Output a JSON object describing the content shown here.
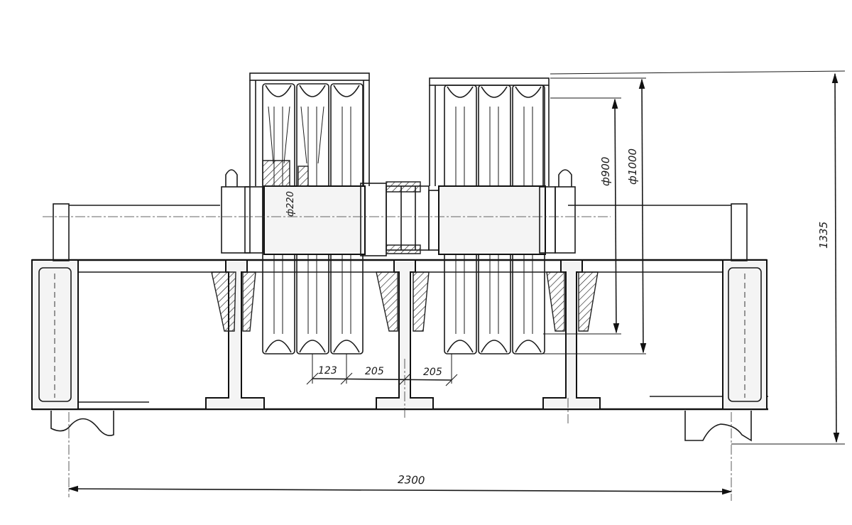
{
  "dimensions": {
    "overall_width": "2300",
    "overall_height": "1335",
    "sheave_outer_diameter": "ф1000",
    "sheave_groove_diameter": "ф900",
    "shaft_diameter": "ф220",
    "spacing_1": "123",
    "spacing_2": "205",
    "spacing_3": "205"
  }
}
